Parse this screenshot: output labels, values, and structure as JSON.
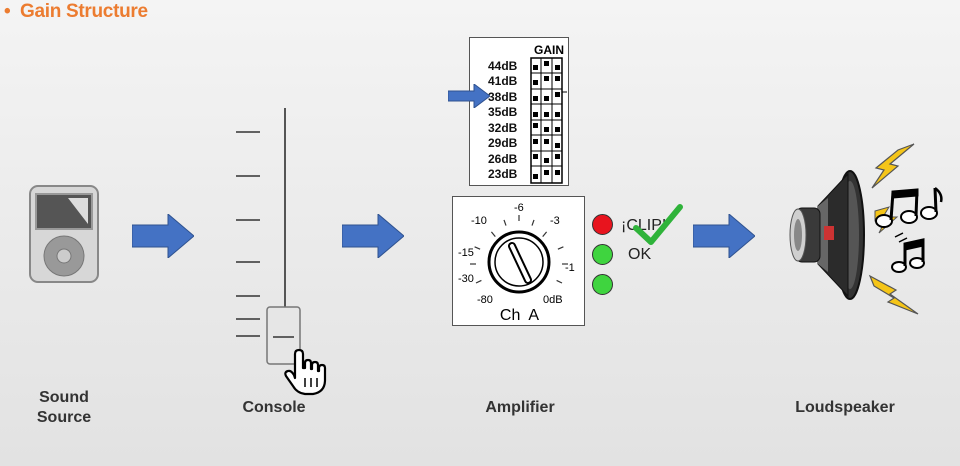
{
  "slide": {
    "bullet": "•",
    "title": "Gain Structure"
  },
  "stages": {
    "source": {
      "line1": "Sound",
      "line2": "Source"
    },
    "console": "Console",
    "amplifier": "Amplifier",
    "loudspeaker": "Loudspeaker"
  },
  "gain_switch": {
    "header": "GAIN",
    "steps": [
      "44dB",
      "41dB",
      "38dB",
      "35dB",
      "32dB",
      "29dB",
      "26dB",
      "23dB"
    ],
    "selected": "38dB"
  },
  "amp_knob": {
    "scale": [
      "-10",
      "-6",
      "-3",
      "-15",
      "-1",
      "-30",
      "-80",
      "0dB"
    ],
    "channel": "Ch  A"
  },
  "indicators": {
    "clip_label": "¡CLIP!",
    "ok_label": "OK"
  },
  "colors": {
    "title": "#ec7c30",
    "arrow": "#4472c4",
    "led_red": "#e8141e",
    "led_green": "#3fd43f",
    "check": "#2fb33a",
    "bolt": "#f5c518"
  }
}
